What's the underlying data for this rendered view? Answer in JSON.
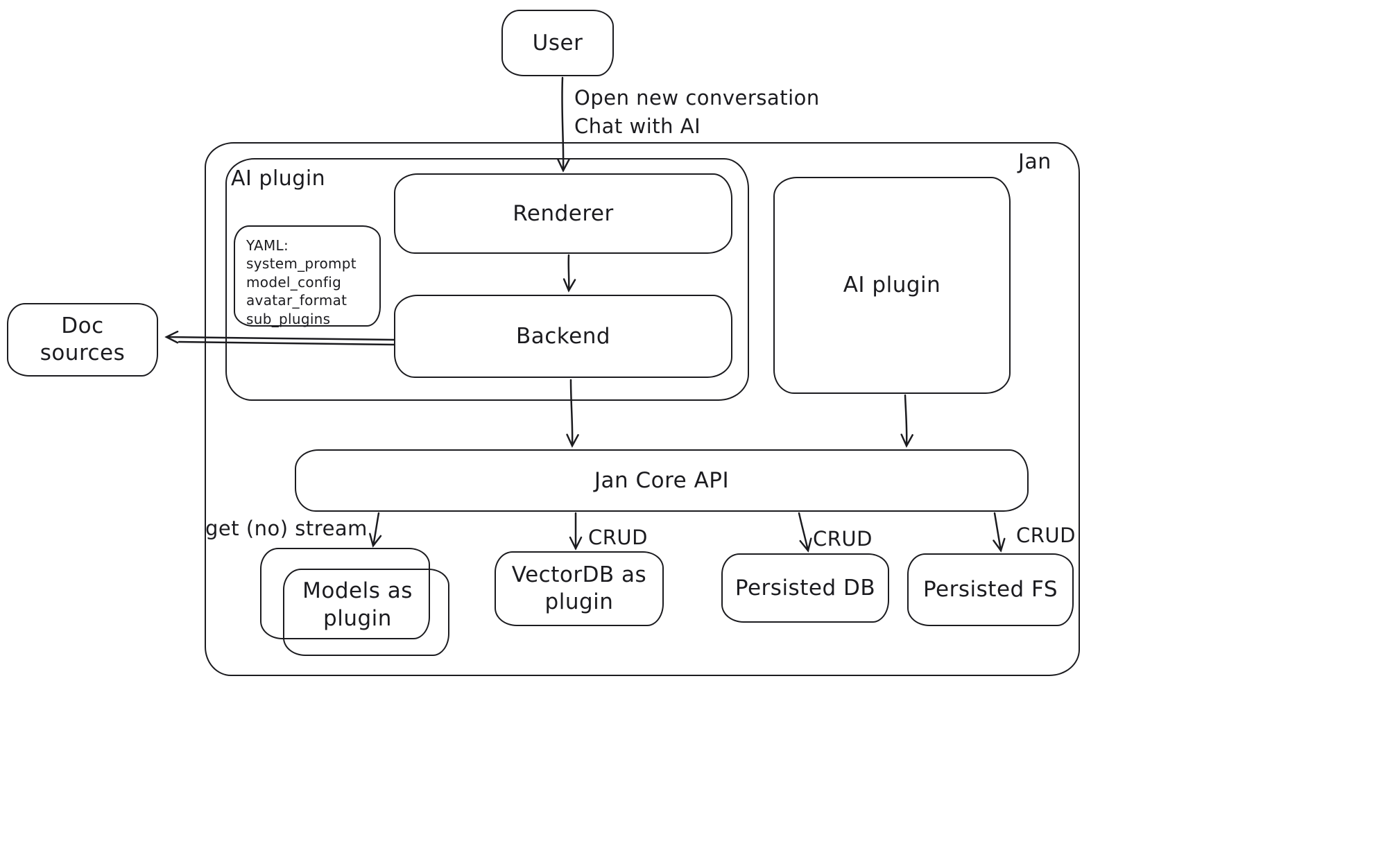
{
  "diagram": {
    "user": {
      "label": "User"
    },
    "jan": {
      "label": "Jan"
    },
    "ai_plugin_left": {
      "label": "AI plugin"
    },
    "renderer": {
      "label": "Renderer"
    },
    "yaml_note": {
      "lines": [
        "YAML:",
        "system_prompt",
        "model_config",
        "avatar_format",
        "sub_plugins"
      ]
    },
    "backend": {
      "label": "Backend"
    },
    "ai_plugin_right": {
      "label": "AI plugin"
    },
    "doc_sources": {
      "label": "Doc sources"
    },
    "jan_core_api": {
      "label": "Jan Core API"
    },
    "models_as_plugin": {
      "label": "Models as plugin"
    },
    "vectordb_as_plugin": {
      "label": "VectorDB as plugin"
    },
    "persisted_db": {
      "label": "Persisted DB"
    },
    "persisted_fs": {
      "label": "Persisted FS"
    },
    "edges": {
      "user_open": {
        "line1": "Open new conversation",
        "line2": "Chat with AI"
      },
      "get_no_stream": {
        "label": "get (no) stream"
      },
      "crud_vectordb": {
        "label": "CRUD"
      },
      "crud_persisted_db": {
        "label": "CRUD"
      },
      "crud_persisted_fs": {
        "label": "CRUD"
      }
    },
    "colors": {
      "stroke": "#1b1b1f",
      "background": "#ffffff"
    }
  }
}
